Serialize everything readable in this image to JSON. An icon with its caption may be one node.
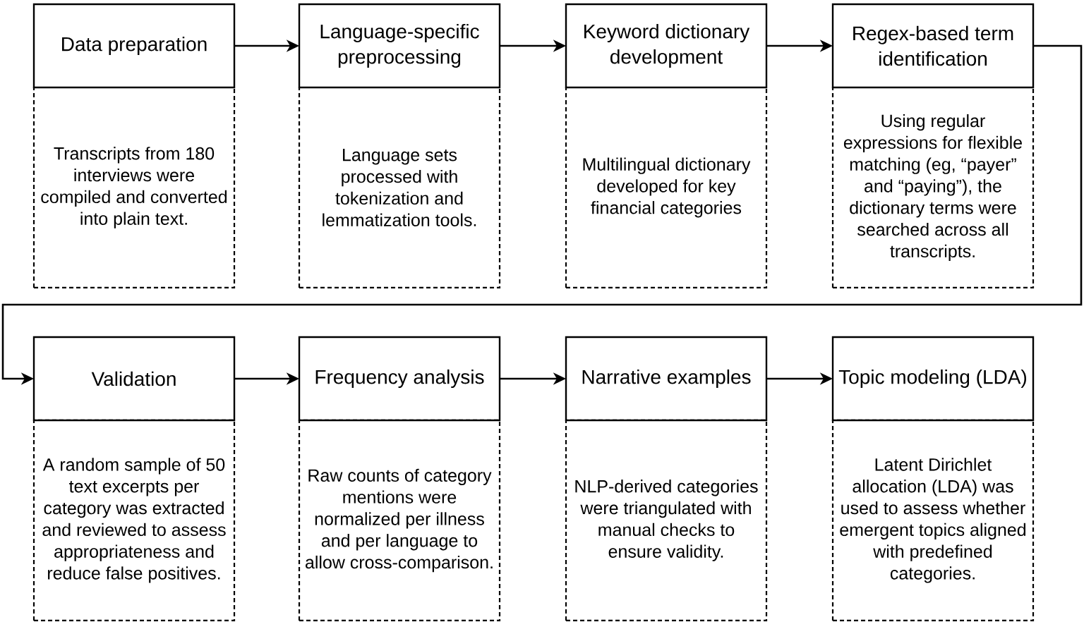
{
  "diagram": {
    "nodes": [
      {
        "text": [
          "Data preparation"
        ]
      },
      {
        "text": [
          "Transcripts from 180 interviews were compiled and converted into plain text."
        ]
      },
      {
        "text": [
          "Language-specific preprocessing"
        ]
      },
      {
        "text": [
          "Language sets processed with tokenization and lemmatization tools."
        ]
      },
      {
        "text": [
          "Keyword dictionary development"
        ]
      },
      {
        "text": [
          "Multilingual dictionary developed for key financial categories"
        ]
      },
      {
        "text": [
          "Regex-based term identification"
        ]
      },
      {
        "text": [
          "Using regular expressions for flexible matching (eg, “payer” and “paying”), the dictionary terms were searched across all transcripts."
        ]
      },
      {
        "text": [
          "Validation"
        ]
      },
      {
        "text": [
          "A random sample of 50 text excerpts per category was extracted and reviewed to assess appropriateness and reduce false positives."
        ]
      },
      {
        "text": [
          "Frequency analysis"
        ]
      },
      {
        "text": [
          "Raw counts of category mentions were normalized per illness and per language to allow cross-comparison."
        ]
      },
      {
        "text": [
          "Narrative examples"
        ]
      },
      {
        "text": [
          "NLP-derived categories were triangulated with manual checks to ensure validity."
        ]
      },
      {
        "text": [
          "Topic modeling (LDA)"
        ]
      },
      {
        "text": [
          "Latent Dirichlet allocation (LDA) was used to assess whether emergent topics aligned with predefined categories."
        ]
      }
    ],
    "edges": [
      {
        "from": 0,
        "to": 2,
        "arrow": "to"
      },
      {
        "from": 2,
        "to": 4,
        "arrow": "to"
      },
      {
        "from": 4,
        "to": 6,
        "arrow": "to"
      },
      {
        "from": 6,
        "to": 8,
        "arrow": "to"
      },
      {
        "from": 8,
        "to": 10,
        "arrow": "to"
      },
      {
        "from": 10,
        "to": 12,
        "arrow": "to"
      },
      {
        "from": 12,
        "to": 14,
        "arrow": "to"
      }
    ]
  }
}
